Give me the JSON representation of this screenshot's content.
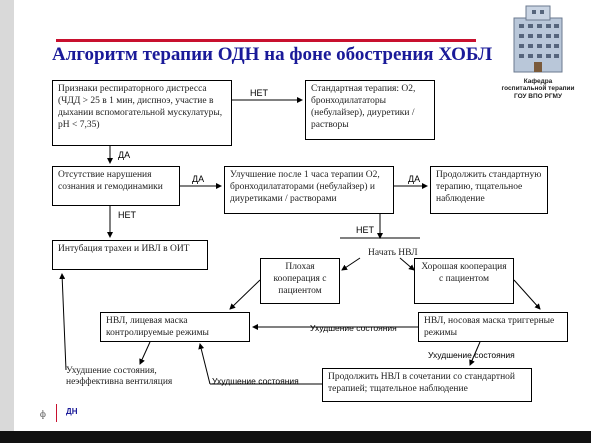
{
  "slide": {
    "title": "Алгоритм терапии ОДН на фоне обострения ХОБЛ",
    "department": "Кафедра\nгоспитальной терапии\nГОУ ВПО РГМУ",
    "footer": "ДН"
  },
  "boxes": {
    "b1": "Признаки респираторного дистресса (ЧДД > 25 в 1 мин, диспноэ, участие в дыхании вспомогательной мускулатуры, рН < 7,35)",
    "b2": "Стандартная терапия: О2, бронходилататоры (небулайзер), диуретики / растворы",
    "b3": "Отсутствие нарушения сознания и гемодинамики",
    "b4": "Улучшение после 1 часа терапии О2, бронходилататорами (небулайзер) и диуретиками / растворами",
    "b5": "Продолжить стандартную терапию, тщательное наблюдение",
    "b6": "Интубация трахеи и ИВЛ в ОИТ",
    "b7": "Начать НВЛ",
    "b8": "Плохая кооперация с пациентом",
    "b9": "Хорошая кооперация с пациентом",
    "b10": "НВЛ, лицевая маска контролируемые режимы",
    "b11": "НВЛ, носовая маска триггерные режимы",
    "b12": "Ухудшение состояния, неэффективна вентиляция",
    "b13": "Продолжить НВЛ в сочетании со стандартной терапией; тщательное наблюдение"
  },
  "labels": {
    "net1": "НЕТ",
    "da1": "ДА",
    "da2": "ДА",
    "da3": "ДА",
    "net2": "НЕТ",
    "net3": "НЕТ",
    "worse1": "Ухудшение состояния",
    "worse2": "Ухудшение состояния",
    "worse3": "Ухудшение состояния"
  }
}
